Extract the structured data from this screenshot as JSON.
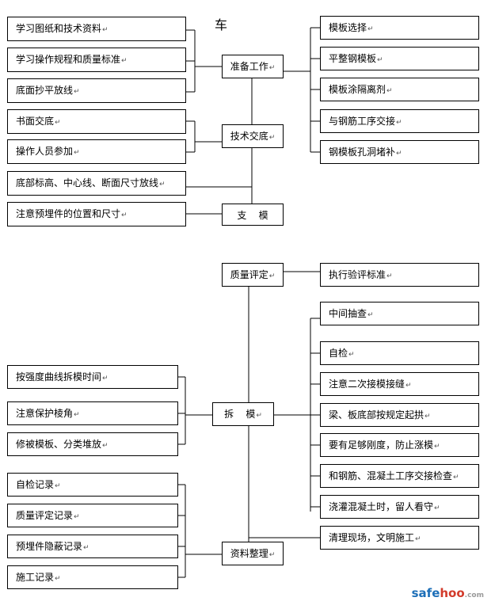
{
  "title": "车",
  "watermark": {
    "part1": "safe",
    "part2": "hoo",
    "suffix": ".com"
  },
  "return_mark": "↵",
  "sections": {
    "prep": {
      "center": "准备工作",
      "left": [
        "学习图纸和技术资料",
        "学习操作规程和质量标准",
        "底面抄平放线"
      ],
      "right": [
        "模板选择",
        "平整钢模板",
        "模板涂隔离剂",
        "与钢筋工序交接",
        "钢模板孔洞堵补"
      ]
    },
    "tech": {
      "center": "技术交底",
      "left": [
        "书面交底",
        "操作人员参加"
      ]
    },
    "baseline": "底部标高、中心线、断面尺寸放线",
    "support": {
      "center": "支    模",
      "left": "注意预埋件的位置和尺寸"
    },
    "quality": {
      "center": "质量评定",
      "right": "执行验评标准"
    },
    "checks": [
      "中间抽查",
      "自检",
      "注意二次接模接缝",
      "梁、板底部按规定起拱",
      "要有足够刚度，防止涨模",
      "和钢筋、混凝土工序交接检查",
      "浇灌混凝土时，留人看守"
    ],
    "demold": {
      "center": "拆    模",
      "left": [
        "按强度曲线拆模时间",
        "注意保护棱角",
        "修被模板、分类堆放"
      ]
    },
    "cleanup": "清理现场，文明施工",
    "records": {
      "center": "资料整理",
      "left": [
        "自检记录",
        "质量评定记录",
        "预埋件隐蔽记录",
        "施工记录"
      ]
    }
  }
}
